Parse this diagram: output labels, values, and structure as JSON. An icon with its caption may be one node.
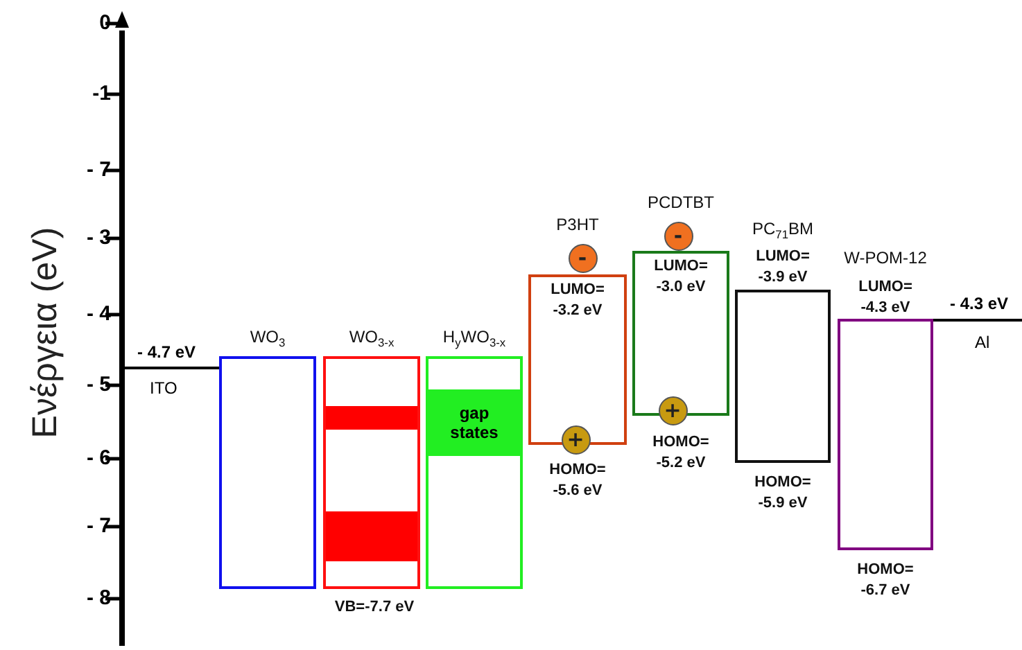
{
  "diagram": {
    "nodes": [
      {
        "text": [
          "WO$_{3}$"
        ]
      },
      {
        "text": [
          "WO$_{3-x}$"
        ],
        "beside": [
          "VB=-7.7 eV"
        ]
      },
      {
        "text": [
          "H$_{y}$WO$_{3-x}$"
        ]
      },
      {
        "text": [
          "gap states"
        ],
        "in": 2
      },
      {
        "text": [
          "P3HT",
          "LUMO= -3.2 eV",
          "HOMO= -5.6 eV"
        ]
      },
      {
        "text": [
          "PCDTBT",
          "LUMO= -3.0 eV",
          "HOMO= -5.2 eV"
        ]
      },
      {
        "text": [
          "PC$_{71}$BM",
          "LUMO= -3.9 eV",
          "HOMO= -5.9 eV"
        ]
      },
      {
        "text": [
          "W-POM-12",
          "LUMO= -4.3 eV",
          "HOMO= -6.7 eV"
        ]
      },
      {
        "text": [
          "-"
        ]
      },
      {
        "text": [
          "+"
        ]
      },
      {
        "text": [
          "-"
        ]
      },
      {
        "text": [
          "+"
        ]
      },
      {
        "text": [],
        "shape": "bar",
        "in": 1
      },
      {
        "text": [],
        "shape": "bar",
        "in": 1
      }
    ],
    "edges": [],
    "labels": [
      "0",
      "-1",
      "- 7",
      "- 3",
      "- 4",
      "- 5",
      "- 6",
      "- 7",
      "- 8",
      "Ενέργεια (eV)",
      "- 4.7 eV",
      "ITO",
      "- 4.3 eV",
      "Al"
    ]
  }
}
